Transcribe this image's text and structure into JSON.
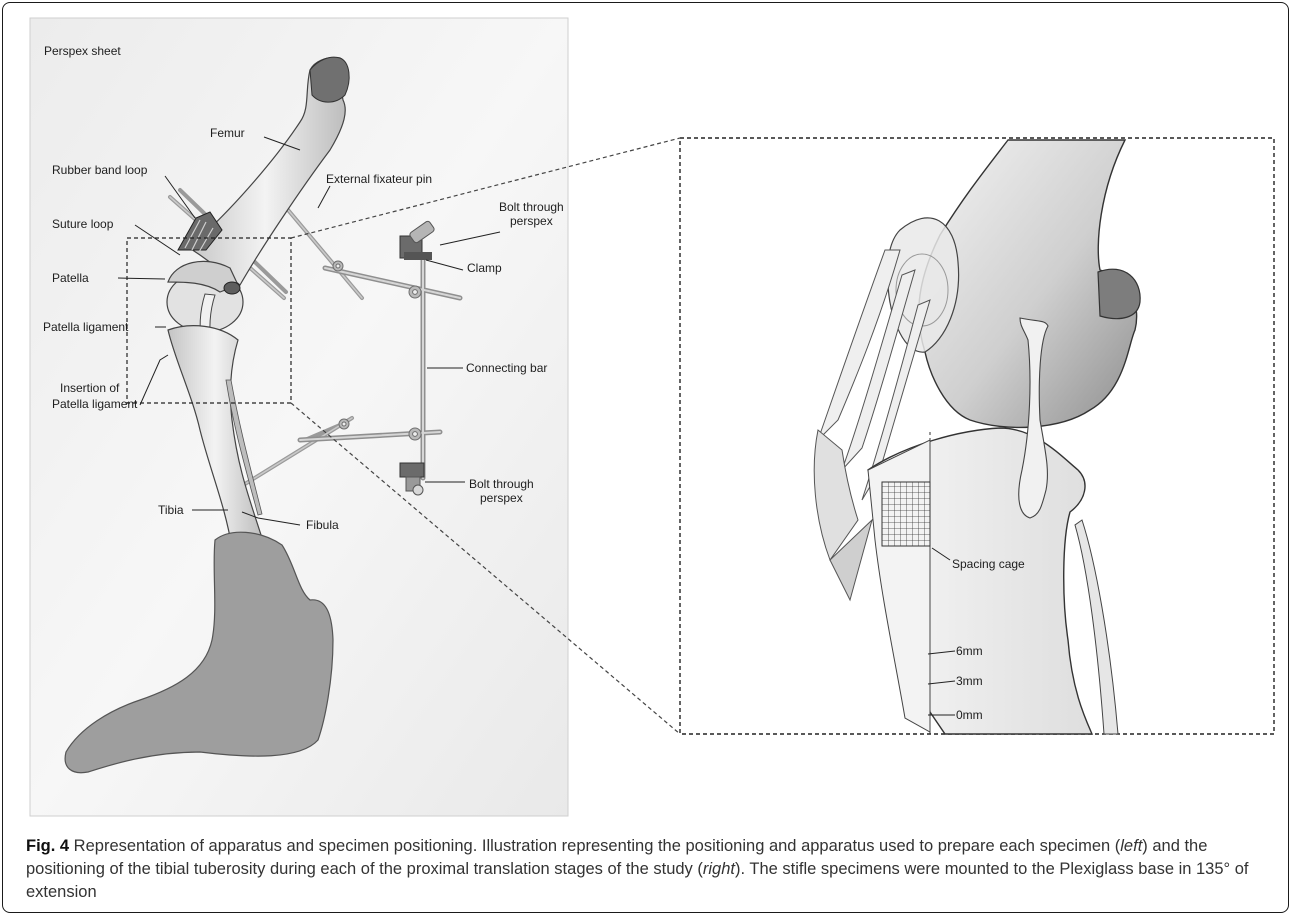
{
  "labels": {
    "perspex_sheet": "Perspex sheet",
    "femur": "Femur",
    "rubber_band_loop": "Rubber band loop",
    "external_fixateur_pin": "External fixateur pin",
    "bolt_top_line1": "Bolt through",
    "bolt_top_line2": "perspex",
    "suture_loop": "Suture loop",
    "clamp": "Clamp",
    "patella": "Patella",
    "patella_ligament": "Patella ligament",
    "connecting_bar": "Connecting bar",
    "insertion_line1": "Insertion of",
    "insertion_line2": "Patella ligament",
    "bolt_bottom_line1": "Bolt through",
    "bolt_bottom_line2": "perspex",
    "tibia": "Tibia",
    "fibula": "Fibula",
    "spacing_cage": "Spacing cage",
    "mark_6mm": "6mm",
    "mark_3mm": "3mm",
    "mark_0mm": "0mm"
  },
  "caption": {
    "fig_label": "Fig. 4",
    "part1": " Representation of apparatus and specimen positioning. Illustration representing the positioning and apparatus used to prepare each specimen (",
    "left": "left",
    "part2": ") and the positioning of the tibial tuberosity during each of the proximal translation stages of the study (",
    "right": "right",
    "part3": "). The stifle specimens were mounted to the Plexiglass base in 135° of extension"
  }
}
